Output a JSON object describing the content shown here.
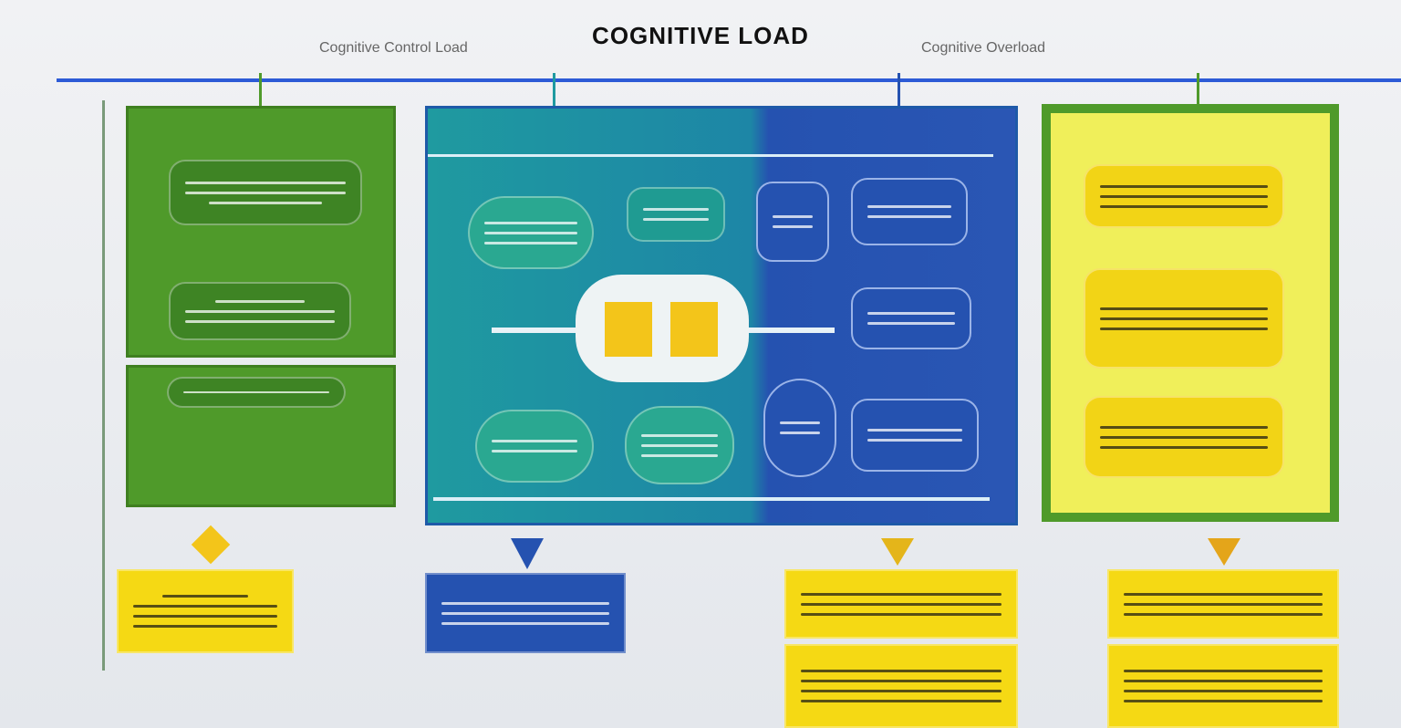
{
  "title": "COGNITIVE LOAD",
  "left_subtitle": "Cognitive Control Load",
  "right_subtitle": "Cognitive Overload",
  "colors": {
    "green": "#4f9a2a",
    "teal": "#1f9aa0",
    "blue": "#2552b0",
    "yellow": "#f5d914",
    "timeline": "#2d5bd6"
  }
}
